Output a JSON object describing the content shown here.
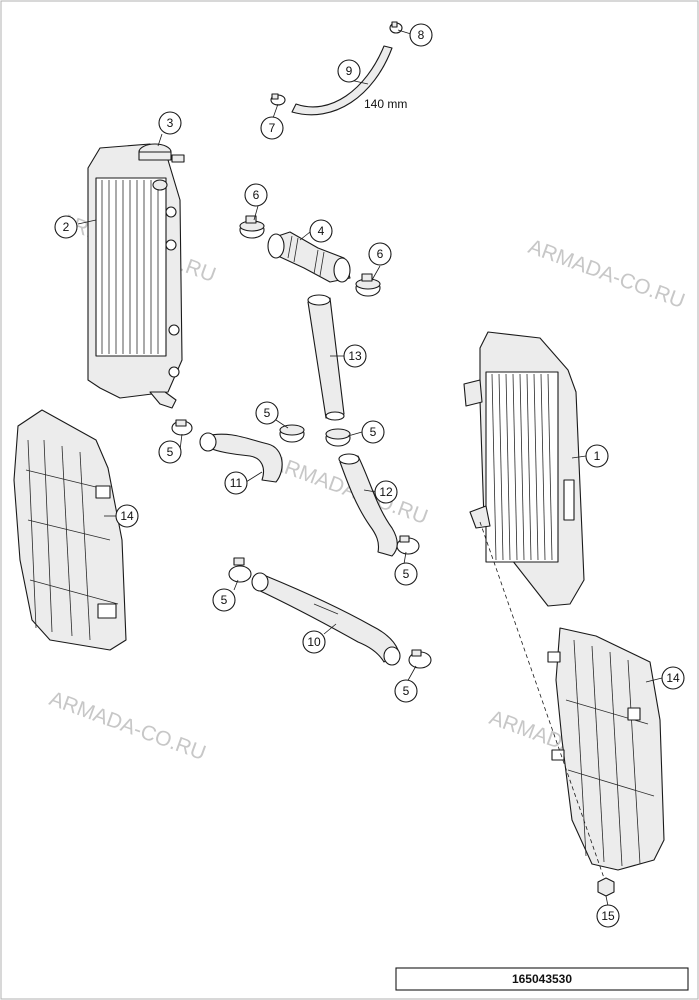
{
  "diagram": {
    "reference_number": "165043530",
    "hose_length_label": "140 mm",
    "watermark": "ARMADA-CO.RU",
    "callouts": [
      "1",
      "2",
      "3",
      "4",
      "5",
      "6",
      "7",
      "8",
      "9",
      "10",
      "11",
      "12",
      "13",
      "14",
      "15"
    ]
  }
}
